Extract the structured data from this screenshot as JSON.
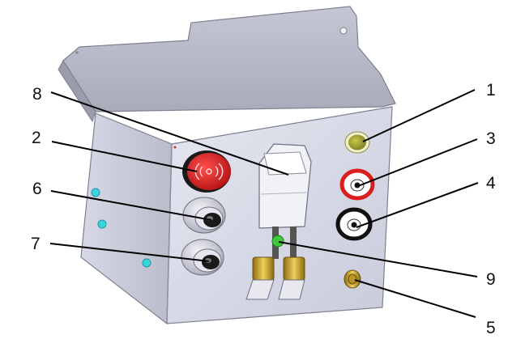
{
  "diagram": {
    "callouts": [
      {
        "id": "1",
        "label": "1"
      },
      {
        "id": "2",
        "label": "2"
      },
      {
        "id": "3",
        "label": "3"
      },
      {
        "id": "4",
        "label": "4"
      },
      {
        "id": "5",
        "label": "5"
      },
      {
        "id": "6",
        "label": "6"
      },
      {
        "id": "7",
        "label": "7"
      },
      {
        "id": "8",
        "label": "8"
      },
      {
        "id": "9",
        "label": "9"
      }
    ],
    "colors": {
      "panel_front": "#d9dbe8",
      "panel_side": "#c8cad8",
      "lid": "#b8bac9",
      "emergency_button": "#d42020",
      "indicator_green": "#9a9a2a",
      "socket_red": "#d91e1e",
      "socket_black": "#111111",
      "led_cyan": "#39d6e0",
      "led_green": "#3ec93e",
      "brass": "#c9a227"
    }
  }
}
